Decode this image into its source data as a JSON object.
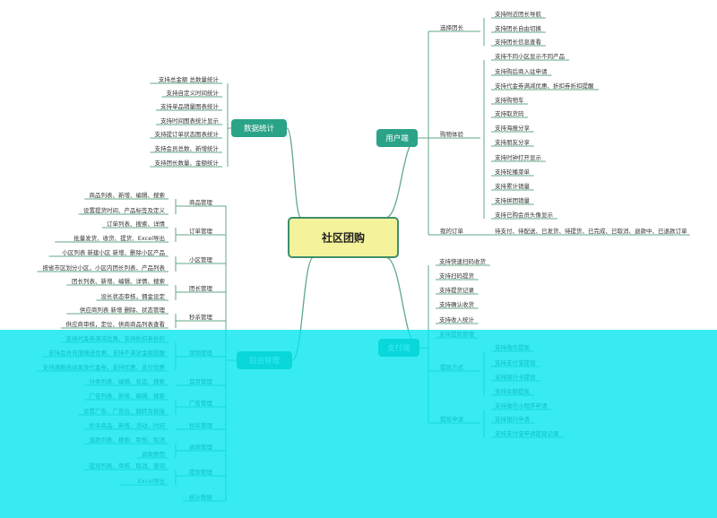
{
  "center": "社区团购",
  "colors": {
    "line": "#62a886",
    "branch_fill": "#2aa387",
    "center_fill": "#f4f29a",
    "center_border": "#3e8f6b",
    "overlay": "#00e5f0"
  },
  "branches": {
    "data_stats": {
      "label": "数据统计",
      "leaves": [
        "支持总金额 总数量统计",
        "支持自定义时间统计",
        "支持单品销量图表统计",
        "支持时间图表统计显示",
        "支持提订单状态图表统计",
        "支持会员总数、新增统计",
        "支持团长数量、金额统计"
      ]
    },
    "user_side": {
      "label": "用户端",
      "groups": [
        {
          "label": "选择团长",
          "leaves": [
            "支持附近团长导航",
            "支持团长自由切换",
            "支持团长信息查看"
          ]
        },
        {
          "label": "购物体验",
          "leaves": [
            "支持不同小区显示不同产品",
            "支持购后商入驻申请",
            "支持代金券满减优惠、折扣券折扣提醒",
            "支持购物车",
            "支持取货码",
            "支持海报分享",
            "支持朋友分享",
            "支持时钟打开显示",
            "支持轮播菜单",
            "支持累计销量",
            "支持拼团销量",
            "支持已购会员头像显示"
          ]
        },
        {
          "label": "我的订单",
          "leaves": [
            "待支付、待配送、已发货、待提货、已完成、已取消、退款中、已退款订单"
          ]
        }
      ]
    },
    "admin_side": {
      "label": "后台管理",
      "groups": [
        {
          "label": "商品管理",
          "leaves": [
            "商品列表、新增、编辑、搜索",
            "设置提货时间、产品标签及定义"
          ]
        },
        {
          "label": "订单管理",
          "leaves": [
            "订单列表、搜索、详情",
            "批量发货、收货、提货、Excel导出"
          ]
        },
        {
          "label": "小区管理",
          "leaves": [
            "小区列表 新建小区 新增、删除小区产品",
            "按省市区划分小区，小区内团长列表、产品列表"
          ]
        },
        {
          "label": "团长管理",
          "leaves": [
            "团长列表、新增、编辑、详情、搜索",
            "设长状态审核，佣金设定"
          ]
        },
        {
          "label": "秒杀管理",
          "leaves": [
            "供应商列表 新增 删除、状态管理",
            "供应商审核，定位、供商商品列表查看"
          ]
        },
        {
          "label": "营销管理",
          "leaves": [
            "支持代金券满减优惠，支持折扣券折扣",
            "支持会员充值赠送优惠，支持不满足金额提醒",
            "支持满额自动发放代金券，支持优惠、支付优惠"
          ]
        },
        {
          "label": "首页管理",
          "leaves": [
            "分类列表、编辑、状态、搜索"
          ]
        },
        {
          "label": "广告管理",
          "leaves": [
            "广告列表、新增、编辑、搜索",
            "设置广告、广告位、跳转及链接"
          ]
        },
        {
          "label": "秒杀管理",
          "leaves": [
            "秒杀商品、新增、活动、时间"
          ]
        },
        {
          "label": "退款管理",
          "leaves": [
            "退款列表、搜索、审核、取消",
            "退款原因"
          ]
        },
        {
          "label": "提现管理",
          "leaves": [
            "提现列表、审核、取消、查询",
            "Excel导出"
          ]
        },
        {
          "label": "统计数据",
          "leaves": []
        }
      ]
    },
    "payment": {
      "label": "支付端",
      "plain": [
        "支持快速扫码收货",
        "支持扫码提货",
        "支持提货记录",
        "支持确认收货",
        "支持收入统计",
        "支持提现管理"
      ],
      "groups": [
        {
          "label": "提现方式",
          "leaves": [
            "支持微信提现",
            "支持支付宝提现",
            "支持银行卡提现",
            "支持余额提现"
          ]
        },
        {
          "label": "提现申请",
          "leaves": [
            "支持微信小程序申请",
            "支持银行申请",
            "支持支付宝申请提现记录"
          ]
        }
      ]
    }
  }
}
